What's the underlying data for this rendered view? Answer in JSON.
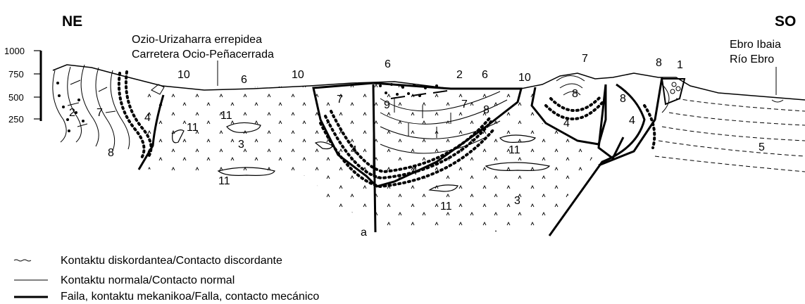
{
  "section": {
    "direction_left": "NE",
    "direction_right": "SO",
    "road_label_eu": "Ozio-Urizaharra errepidea",
    "road_label_es": "Carretera Ocio-Peñacerrada",
    "river_label_eu": "Ebro Ibaia",
    "river_label_es": "Río Ebro",
    "fault_label": "a",
    "elevation_ticks": [
      "1000",
      "750",
      "500",
      "250"
    ]
  },
  "units": {
    "u1": "1",
    "u2a": "2",
    "u2b": "2",
    "u3a": "3",
    "u3b": "3",
    "u4a": "4",
    "u4b": "4",
    "u4c": "4",
    "u4d": "4",
    "u4e": "4",
    "u5": "5",
    "u6a": "6",
    "u6b": "6",
    "u6c": "6",
    "u7a": "7",
    "u7b": "7",
    "u7c": "7",
    "u7d": "7",
    "u8a": "8",
    "u8b": "8",
    "u8c": "8",
    "u8d": "8",
    "u8e": "8",
    "u9": "9",
    "u10a": "10",
    "u10b": "10",
    "u10c": "10",
    "u11a": "11",
    "u11b": "11",
    "u11c": "11",
    "u11d": "11",
    "u11e": "11"
  },
  "legend": {
    "discordant": "Kontaktu diskordantea/Contacto discordante",
    "normal": "Kontaktu normala/Contacto normal",
    "fault": "Faila, kontaktu mekanikoa/Falla, contacto mecánico"
  }
}
